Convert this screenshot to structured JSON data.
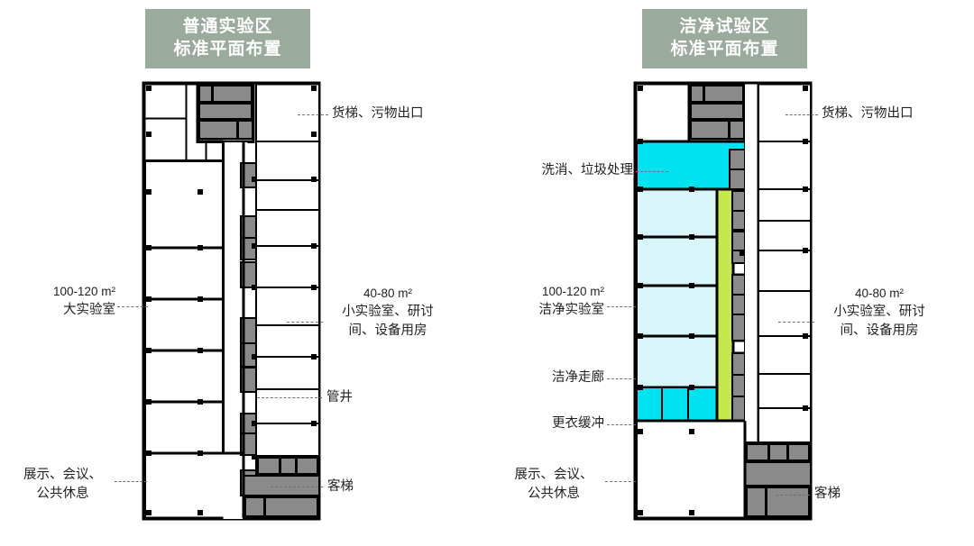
{
  "page": {
    "background": "#ffffff",
    "ink": "#231f20"
  },
  "panels": [
    {
      "id": "normal-lab-zone",
      "title": {
        "line1": "普通实验区",
        "line2": "标准平面布置",
        "bg": "#9aaa9c",
        "color": "#ffffff"
      },
      "labels": [
        {
          "name": "freight-elevator-waste-exit",
          "lines": [
            "货梯、污物出口"
          ],
          "align": "left"
        },
        {
          "name": "large-lab",
          "lines": [
            "100-120 m²",
            "大实验室"
          ],
          "align": "right"
        },
        {
          "name": "small-lab-seminar-equipment",
          "lines": [
            "40-80 m²",
            "小实验室、研讨",
            "间、设备用房"
          ],
          "align": "center"
        },
        {
          "name": "pipe-shaft",
          "lines": [
            "管井"
          ],
          "align": "left"
        },
        {
          "name": "exhibition-meeting-lounge",
          "lines": [
            "展示、会议、",
            "公共休息"
          ],
          "align": "center"
        },
        {
          "name": "passenger-elevator",
          "lines": [
            "客梯"
          ],
          "align": "left"
        }
      ]
    },
    {
      "id": "clean-lab-zone",
      "title": {
        "line1": "洁净试验区",
        "line2": "标准平面布置",
        "bg": "#9aaa9c",
        "color": "#ffffff"
      },
      "labels": [
        {
          "name": "freight-elevator-waste-exit",
          "lines": [
            "货梯、污物出口"
          ],
          "align": "left"
        },
        {
          "name": "wash-disinfect-waste",
          "lines": [
            "洗消、垃圾处理"
          ],
          "align": "right"
        },
        {
          "name": "clean-lab",
          "lines": [
            "100-120 m²",
            "洁净实验室"
          ],
          "align": "right"
        },
        {
          "name": "clean-corridor",
          "lines": [
            "洁净走廊"
          ],
          "align": "right"
        },
        {
          "name": "changing-buffer",
          "lines": [
            "更衣缓冲"
          ],
          "align": "right"
        },
        {
          "name": "small-lab-seminar-equipment",
          "lines": [
            "40-80 m²",
            "小实验室、研讨",
            "间、设备用房"
          ],
          "align": "center"
        },
        {
          "name": "exhibition-meeting-lounge",
          "lines": [
            "展示、会议、",
            "公共休息"
          ],
          "align": "center"
        },
        {
          "name": "passenger-elevator",
          "lines": [
            "客梯"
          ],
          "align": "left"
        }
      ]
    }
  ],
  "left_panel": {
    "title_line1": "普通实验区",
    "title_line2": "标准平面布置",
    "label_freight": "货梯、污物出口",
    "label_large_area": "100-120 m²",
    "label_large_name": "大实验室",
    "label_small_area": "40-80 m²",
    "label_small_name1": "小实验室、研讨",
    "label_small_name2": "间、设备用房",
    "label_shaft": "管井",
    "label_public1": "展示、会议、",
    "label_public2": "公共休息",
    "label_pass_elev": "客梯"
  },
  "right_panel": {
    "title_line1": "洁净试验区",
    "title_line2": "标准平面布置",
    "label_freight": "货梯、污物出口",
    "label_wash": "洗消、垃圾处理",
    "label_clean_area": "100-120 m²",
    "label_clean_name": "洁净实验室",
    "label_corridor": "洁净走廊",
    "label_buffer": "更衣缓冲",
    "label_small_area": "40-80 m²",
    "label_small_name1": "小实验室、研讨",
    "label_small_name2": "间、设备用房",
    "label_public1": "展示、会议、",
    "label_public2": "公共休息",
    "label_pass_elev": "客梯"
  },
  "legend_colors": {
    "title_bar": "#9aaa9c",
    "service_core_fill": "#8a8a8a",
    "wall_stroke": "#000000",
    "room_fill": "#ffffff",
    "wash_disinfect": "#00e2ef",
    "clean_lab": "#d9f7fa",
    "clean_corridor": "#c6e84f",
    "changing_buffer": "#00e2ef",
    "leader_line": "#6f6f6f"
  }
}
